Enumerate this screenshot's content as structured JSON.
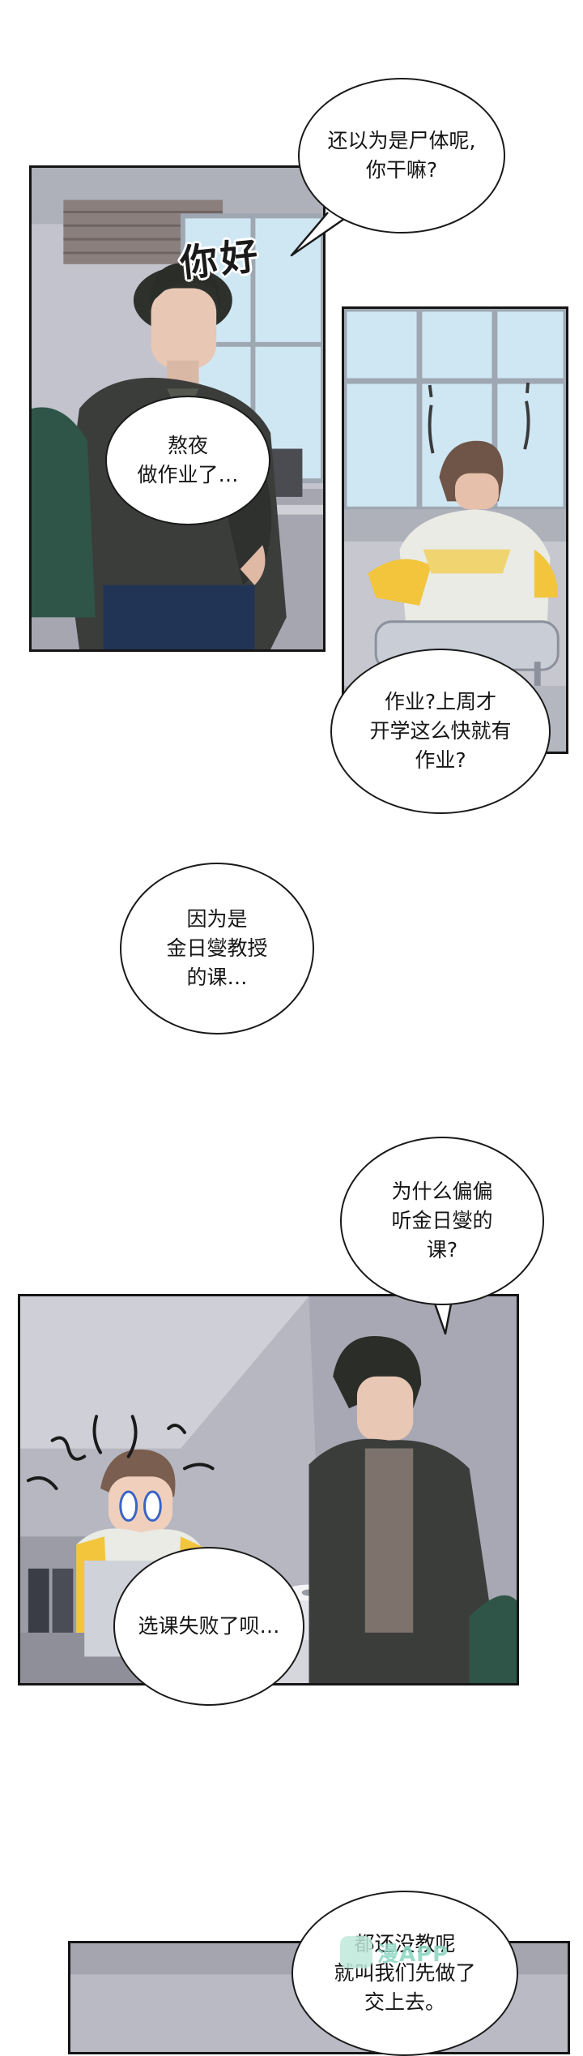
{
  "bubbles": {
    "b1": "还以为是尸体呢,\n你干嘛?",
    "b2": "熬夜\n做作业了…",
    "b3": "作业?上周才\n开学这么快就有\n作业?",
    "b4": "因为是\n金日燮教授\n的课…",
    "b5": "为什么偏偏\n听金日燮的\n课?",
    "b6": "选课失败了呗…",
    "b7": "都还没教呢\n就叫我们先做了\n交上去。"
  },
  "sfx": {
    "hello": "你好"
  },
  "watermark": {
    "text": "漫APP"
  },
  "colors": {
    "panel_border": "#151515",
    "sky": "#cfe7f3",
    "wall": "#b9bac4",
    "jacket": "#3b3d3b",
    "yellow_sleeve": "#f2c53d",
    "chair": "#c8cdd6"
  }
}
